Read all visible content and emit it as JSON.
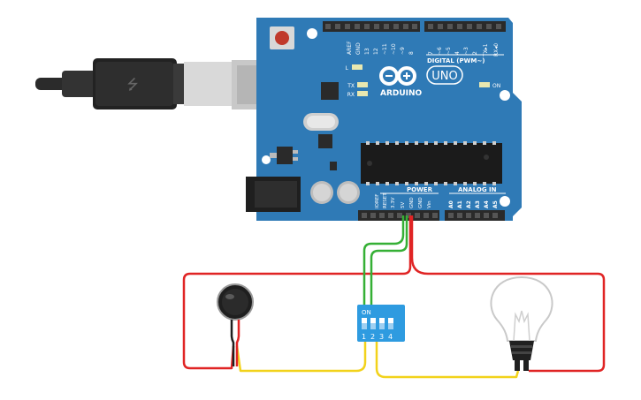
{
  "board": {
    "brand": "ARDUINO",
    "model": "UNO",
    "digital_label": "DIGITAL (PWM~)",
    "power_label": "POWER",
    "analog_label": "ANALOG IN",
    "on_label": "ON",
    "led_l": "L",
    "led_tx": "TX",
    "led_rx": "RX",
    "digital_pins": [
      "AREF",
      "GND",
      "13",
      "12",
      "~11",
      "~10",
      "~9",
      "8",
      "7",
      "~6",
      "~5",
      "4",
      "~3",
      "2",
      "TX▸1",
      "RX◂0"
    ],
    "power_pins": [
      "IOREF",
      "RESET",
      "3.3V",
      "5V",
      "GND",
      "GND",
      "Vin"
    ],
    "analog_pins": [
      "A0",
      "A1",
      "A2",
      "A3",
      "A4",
      "A5"
    ]
  },
  "dip_switch": {
    "on_label": "ON",
    "positions": [
      "1",
      "2",
      "3",
      "4"
    ]
  },
  "colors": {
    "board": "#2F7AB6",
    "wire_red": "#E02424",
    "wire_green": "#35B035",
    "wire_yellow": "#F2D21B",
    "dip_body": "#2E9BE0"
  },
  "components": {
    "usb_cable": "usb-cable",
    "vibration_motor": "coin-vibration-motor",
    "light_bulb": "light-bulb"
  }
}
